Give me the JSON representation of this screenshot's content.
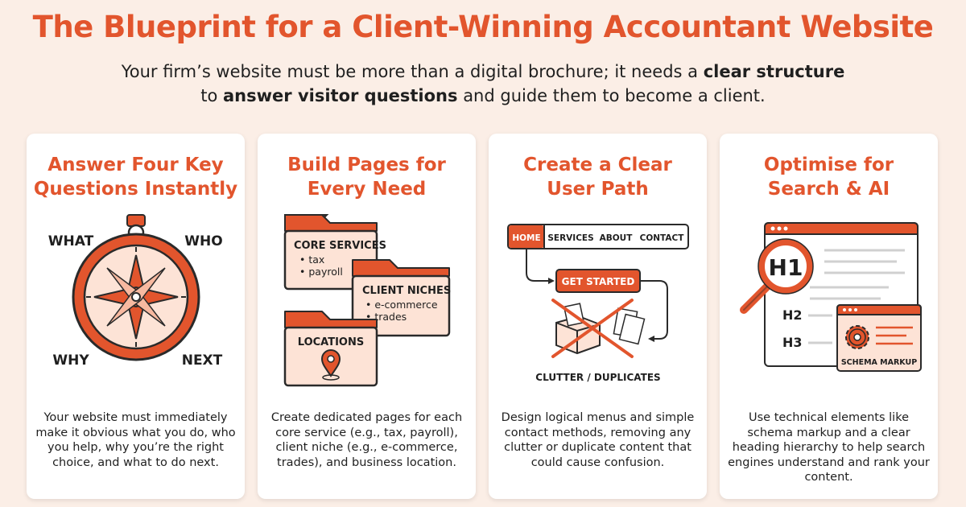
{
  "header": {
    "title": "The Blueprint for a Client-Winning Accountant Website",
    "subtitle_pre": "Your firm’s website must be more than a digital brochure; it needs a ",
    "subtitle_bold1": "clear structure",
    "subtitle_mid": "to ",
    "subtitle_bold2": "answer visitor questions",
    "subtitle_post": " and guide them to become a client."
  },
  "colors": {
    "accent": "#e2552d",
    "accent_light": "#fde3d6",
    "text": "#1f1f1f",
    "background": "#fbeee6"
  },
  "cards": [
    {
      "title_line1": "Answer Four Key",
      "title_line2": "Questions Instantly",
      "icon": "compass-icon",
      "labels": {
        "what": "WHAT",
        "who": "WHO",
        "why": "WHY",
        "next": "NEXT"
      },
      "text": "Your website must immediately make it obvious what you do, who you help, why you’re the right choice, and what to do next."
    },
    {
      "title_line1": "Build Pages for",
      "title_line2": "Every Need",
      "icon": "folder-icon",
      "folders": [
        {
          "label": "CORE SERVICES",
          "items": [
            "• tax",
            "• payroll"
          ]
        },
        {
          "label": "CLIENT NICHES",
          "items": [
            "• e-commerce",
            "• trades"
          ]
        },
        {
          "label": "LOCATIONS",
          "items": []
        }
      ],
      "text": "Create dedicated pages for each core service (e.g., tax, payroll), client niche (e.g., e-commerce, trades), and business location."
    },
    {
      "title_line1": "Create a Clear",
      "title_line2": "User Path",
      "icon": "navigation-icon",
      "nav": [
        "HOME",
        "SERVICES",
        "ABOUT",
        "CONTACT"
      ],
      "cta": "GET STARTED",
      "clutter_label": "CLUTTER / DUPLICATES",
      "text": "Design logical menus and simple contact methods, removing any clutter or duplicate content that could cause confusion."
    },
    {
      "title_line1": "Optimise for",
      "title_line2": "Search & AI",
      "icon": "magnifier-icon",
      "headings": [
        "H1",
        "H2",
        "H3"
      ],
      "schema_label": "SCHEMA MARKUP",
      "text": "Use technical elements like schema markup and a clear heading hierarchy to help search engines understand and rank your content."
    }
  ]
}
